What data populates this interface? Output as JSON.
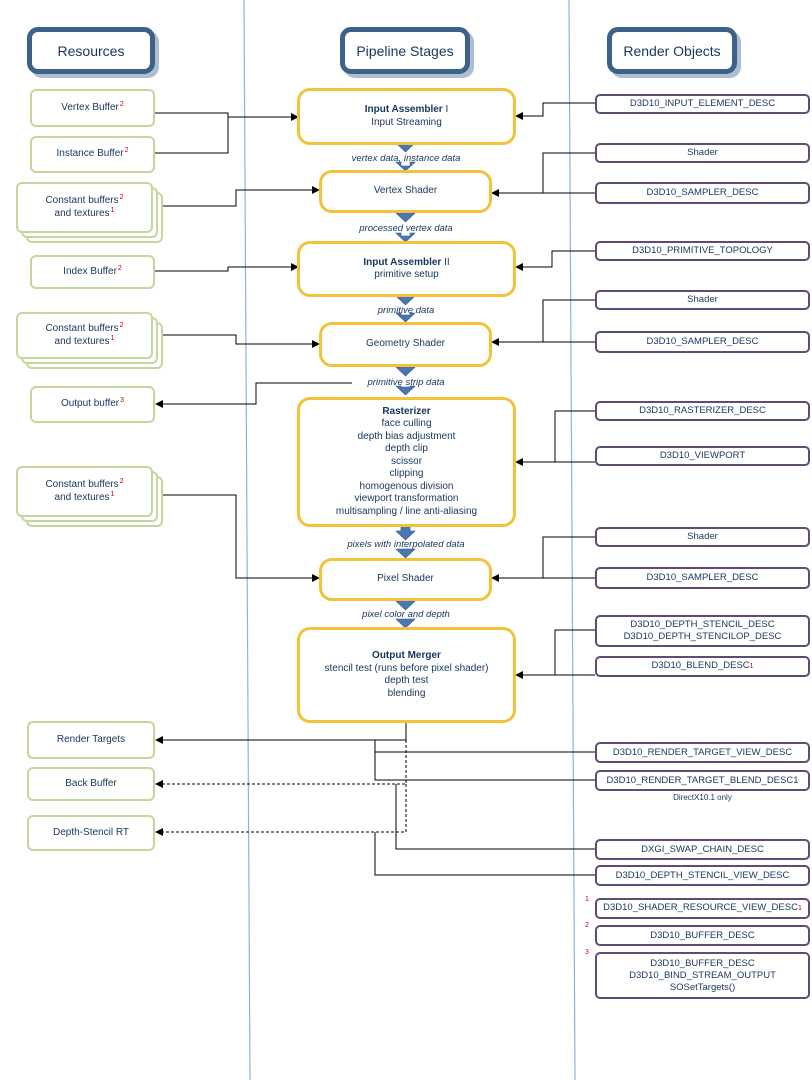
{
  "headers": {
    "resources": "Resources",
    "pipeline": "Pipeline Stages",
    "render_objects": "Render Objects"
  },
  "resources": {
    "vertex_buffer": "Vertex Buffer",
    "vertex_buffer_sup": "2",
    "instance_buffer": "Instance Buffer",
    "instance_buffer_sup": "2",
    "constant_buffers_1_l1": "Constant buffers",
    "constant_buffers_1_sup1": "2",
    "constant_buffers_1_l2": "and textures",
    "constant_buffers_1_sup2": "1",
    "index_buffer": "Index Buffer",
    "index_buffer_sup": "2",
    "constant_buffers_2_l1": "Constant buffers",
    "constant_buffers_2_sup1": "2",
    "constant_buffers_2_l2": "and textures",
    "constant_buffers_2_sup2": "1",
    "output_buffer": "Output buffer",
    "output_buffer_sup": "3",
    "constant_buffers_3_l1": "Constant buffers",
    "constant_buffers_3_sup1": "2",
    "constant_buffers_3_l2": "and textures",
    "constant_buffers_3_sup2": "1",
    "render_targets": "Render Targets",
    "back_buffer": "Back Buffer",
    "depth_stencil_rt": "Depth-Stencil RT"
  },
  "stages": {
    "ia1_title": "Input Assembler",
    "ia1_roman": "I",
    "ia1_sub": "Input Streaming",
    "vertex_shader": "Vertex Shader",
    "ia2_title": "Input Assembler",
    "ia2_roman": "II",
    "ia2_sub": "primitive setup",
    "geometry_shader": "Geometry Shader",
    "rasterizer_title": "Rasterizer",
    "rasterizer_lines": [
      "face culling",
      "depth bias adjustment",
      "depth clip",
      "scissor",
      "clipping",
      "homogenous division",
      "viewport transformation",
      "multisampling / line anti-aliasing"
    ],
    "pixel_shader": "Pixel Shader",
    "om_title": "Output Merger",
    "om_lines": [
      "stencil test (runs before pixel shader)",
      "depth test",
      "blending"
    ]
  },
  "flow_labels": {
    "vertex_instance": "vertex data, instance data",
    "processed_vertex": "processed vertex data",
    "primitive": "primitive data",
    "primitive_strip": "primitive strip data",
    "pixels_interp": "pixels with interpolated data",
    "pixel_color_depth": "pixel color and depth"
  },
  "render_objects": {
    "input_element_desc": "D3D10_INPUT_ELEMENT_DESC",
    "shader_vs": "Shader",
    "sampler_vs": "D3D10_SAMPLER_DESC",
    "primitive_topology": "D3D10_PRIMITIVE_TOPOLOGY",
    "shader_gs": "Shader",
    "sampler_gs": "D3D10_SAMPLER_DESC",
    "rasterizer_desc": "D3D10_RASTERIZER_DESC",
    "viewport": "D3D10_VIEWPORT",
    "shader_ps": "Shader",
    "sampler_ps": "D3D10_SAMPLER_DESC",
    "depth_stencil_desc_1": "D3D10_DEPTH_STENCIL_DESC",
    "depth_stencil_desc_2": "D3D10_DEPTH_STENCILOP_DESC",
    "blend_desc": "D3D10_BLEND_DESC",
    "blend_desc_sup": "1",
    "rt_view_desc": "D3D10_RENDER_TARGET_VIEW_DESC",
    "rt_blend_desc1": "D3D10_RENDER_TARGET_BLEND_DESC1",
    "directx101_only": "DirectX10.1 only",
    "swap_chain_desc": "DXGI_SWAP_CHAIN_DESC",
    "ds_view_desc": "D3D10_DEPTH_STENCIL_VIEW_DESC"
  },
  "footnotes": {
    "fn1_num": "1",
    "fn1_text": "D3D10_SHADER_RESOURCE_VIEW_DESC",
    "fn1_sup": "1",
    "fn2_num": "2",
    "fn2_text": "D3D10_BUFFER_DESC",
    "fn3_num": "3",
    "fn3_l1": "D3D10_BUFFER_DESC",
    "fn3_l2": "D3D10_BIND_STREAM_OUTPUT",
    "fn3_l3": "SOSetTargets()"
  },
  "colors": {
    "header_border": "#3c6289",
    "resource_border": "#c3d69b",
    "stage_border": "#f2c33a",
    "render_object_border": "#5f4b75",
    "flow_arrow": "#4a77b4",
    "lane_line": "#8fb4dc",
    "footnote_red": "#c00000"
  }
}
